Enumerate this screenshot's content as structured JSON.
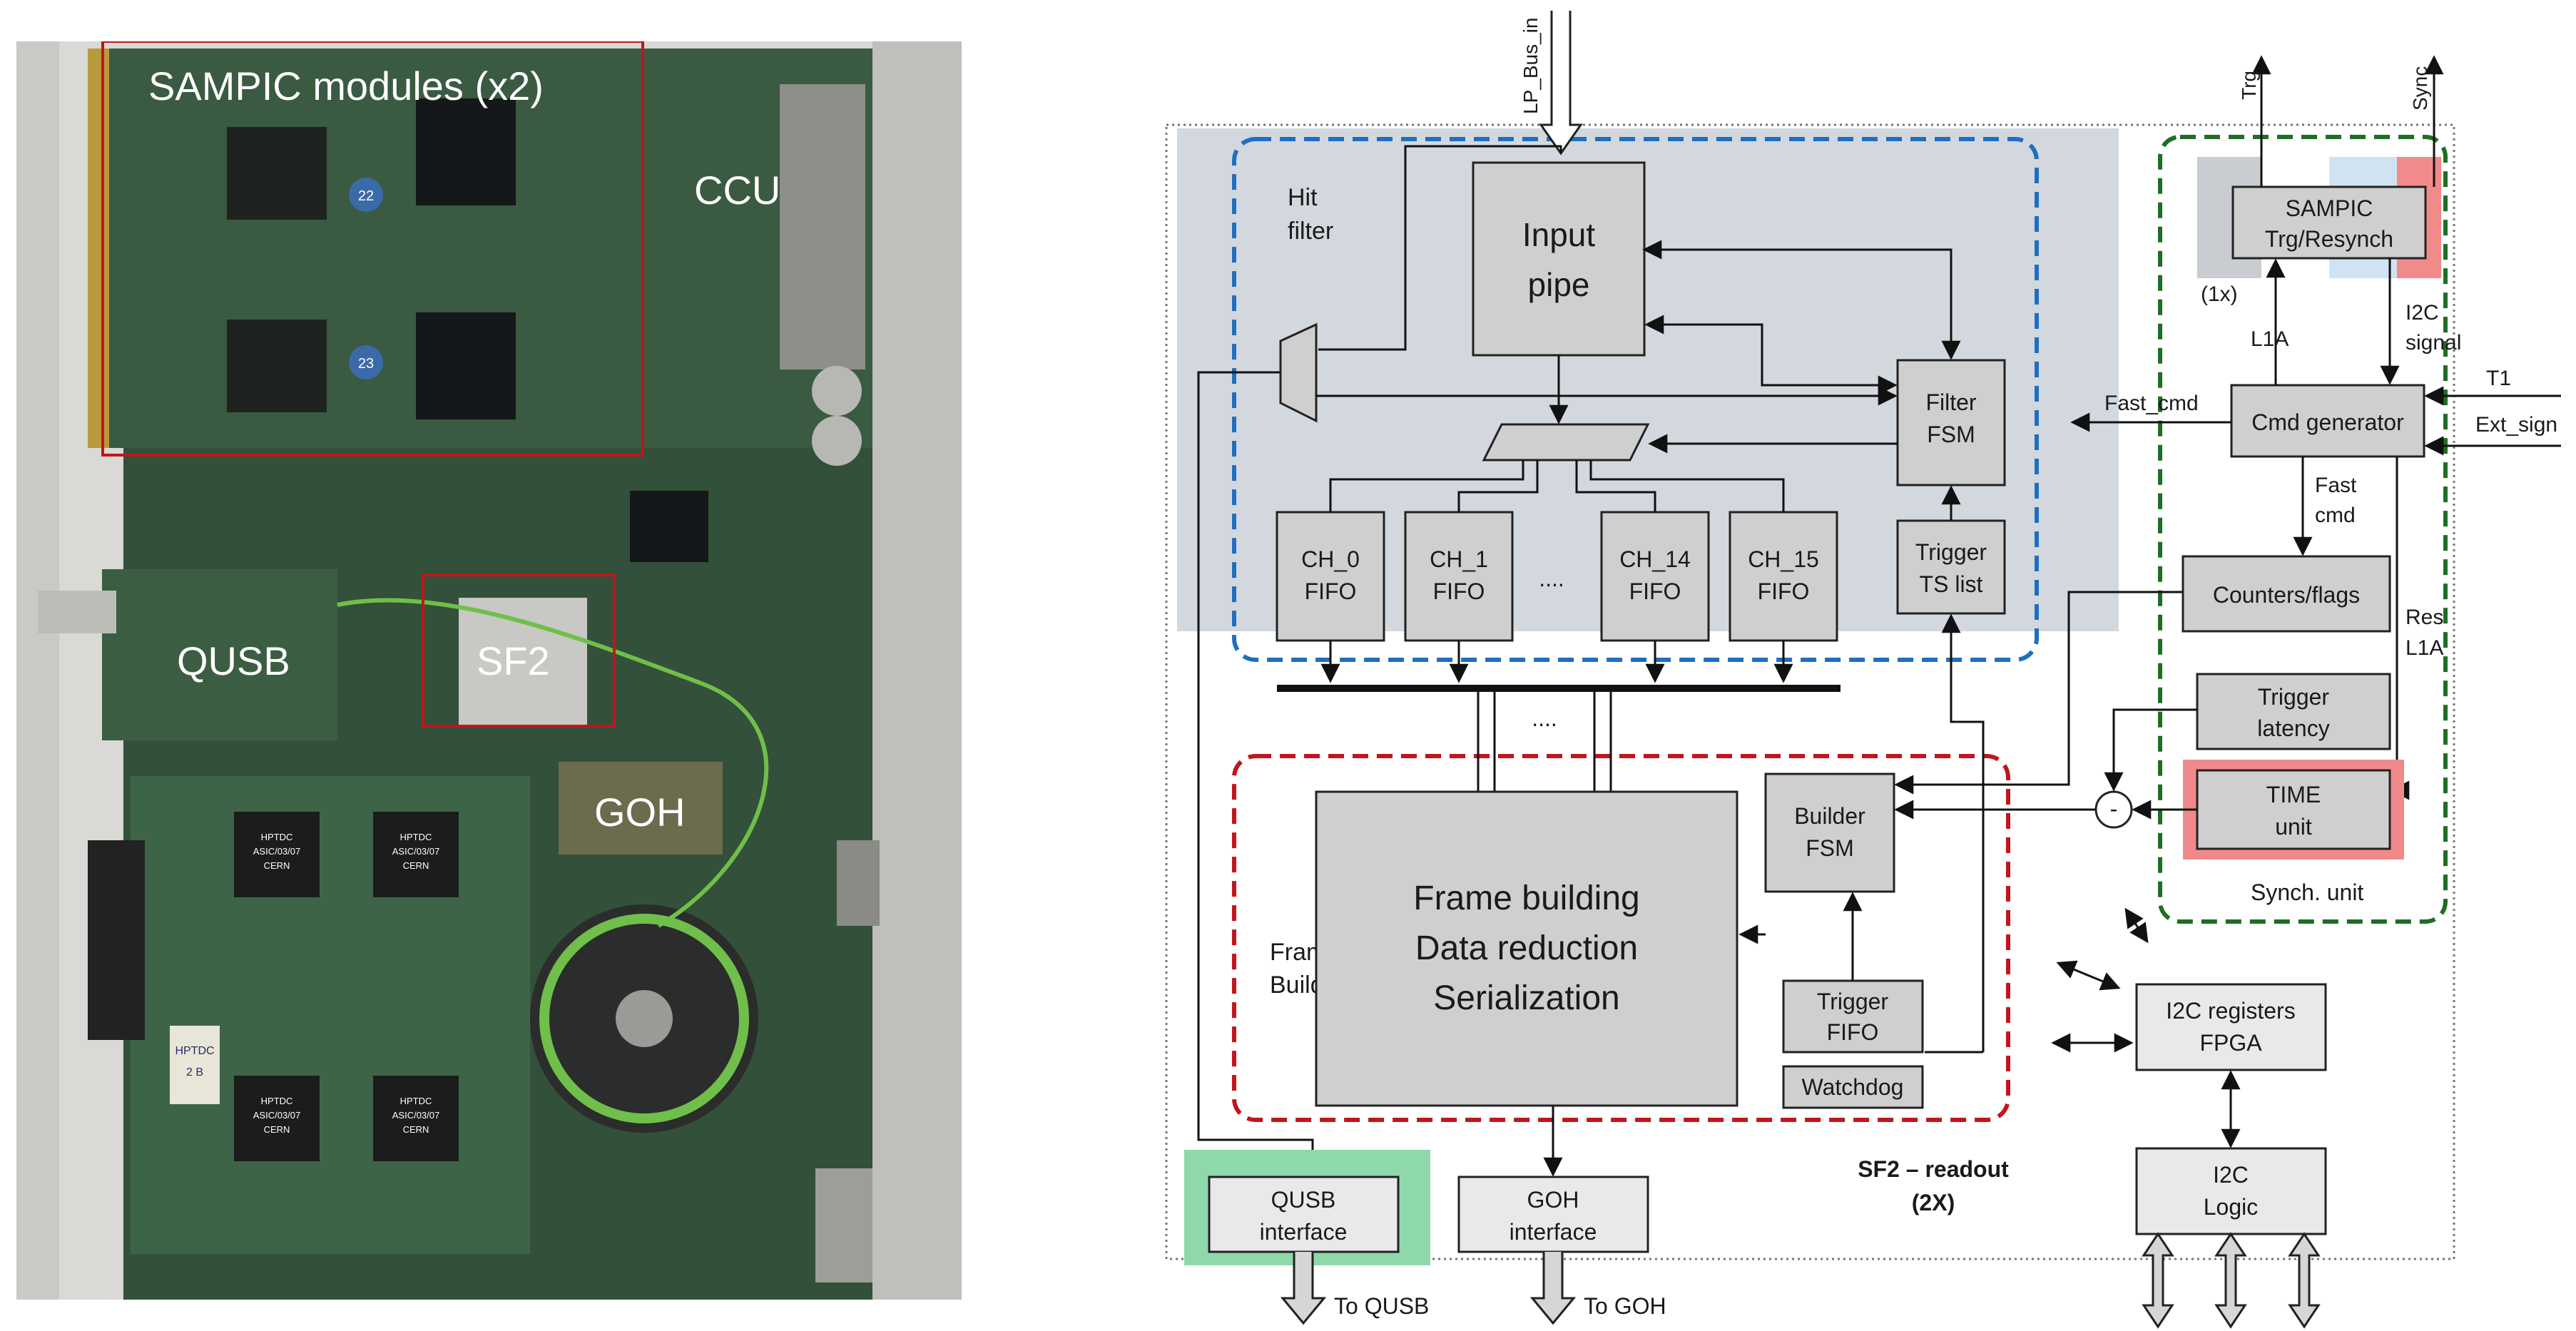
{
  "photo": {
    "labels": {
      "sampic": "SAMPIC modules (x2)",
      "ccu": "CCU",
      "qusb": "QUSB",
      "sf2": "SF2",
      "goh": "GOH"
    },
    "board_text": {
      "chip_a_id": "22",
      "chip_b_id": "23",
      "hptdc_1": [
        "HPTDC",
        "ASIC/03/07",
        "CERN"
      ],
      "hptdc_2": [
        "HPTDC",
        "ASIC/03/07",
        "CERN"
      ],
      "hptdc_3": [
        "HPTDC",
        "ASIC/03/07",
        "CERN"
      ],
      "hptdc_4": [
        "HPTDC",
        "ASIC/03/07",
        "CERN"
      ],
      "sticker": [
        "HPTDC",
        "2 B"
      ]
    },
    "colors": {
      "pcb": "#2f4a33",
      "highlight_box": "#c0161c"
    }
  },
  "diagram": {
    "bus_in": "LP_Bus_in",
    "trg": "Trg",
    "sync": "Sync",
    "hit_filter": [
      "Hit",
      "filter"
    ],
    "input_pipe": [
      "Input",
      "pipe"
    ],
    "filter_fsm": [
      "Filter",
      "FSM"
    ],
    "trigger_ts": [
      "Trigger",
      "TS list"
    ],
    "channels": [
      [
        "CH_0",
        "FIFO"
      ],
      [
        "CH_1",
        "FIFO"
      ],
      [
        "CH_14",
        "FIFO"
      ],
      [
        "CH_15",
        "FIFO"
      ]
    ],
    "ellipsis_channels": "....",
    "ellipsis_bus": "....",
    "fast_cmd_label": "Fast_cmd",
    "sampic_trg": [
      "SAMPIC",
      "Trg/Resynch"
    ],
    "sampic_count": "(1x)",
    "l1a": "L1A",
    "i2c_signal": [
      "I2C",
      "signal"
    ],
    "t1": "T1",
    "ext_sign": "Ext_sign",
    "cmd_generator": "Cmd generator",
    "fast_cmd": [
      "Fast",
      "cmd"
    ],
    "counters": "Counters/flags",
    "res_l1a": [
      "Res",
      "L1A"
    ],
    "trigger_latency": [
      "Trigger",
      "latency"
    ],
    "time_unit": [
      "TIME",
      "unit"
    ],
    "minus": "-",
    "synch_unit": "Synch. unit",
    "frame_builder_label": [
      "Frame",
      "Builder"
    ],
    "frame_block": [
      "Frame building",
      "Data reduction",
      "Serialization"
    ],
    "builder_fsm": [
      "Builder",
      "FSM"
    ],
    "trigger_fifo": [
      "Trigger",
      "FIFO"
    ],
    "watchdog": "Watchdog",
    "i2c_registers": [
      "I2C registers",
      "FPGA"
    ],
    "i2c_logic": [
      "I2C",
      "Logic"
    ],
    "sf2_readout": [
      "SF2 – readout",
      "(2X)"
    ],
    "qusb_interface": [
      "QUSB",
      "interface"
    ],
    "goh_interface": [
      "GOH",
      "interface"
    ],
    "to_qusb": "To QUSB",
    "to_goh": "To GOH",
    "colors": {
      "hit_filter_bg": "#d3d8de",
      "hit_filter_border": "#1f6fbf",
      "frame_builder_border": "#c0161c",
      "synch_border": "#1e6e25",
      "block_fill": "#cfcfcf",
      "light_block_fill": "#e9e9e9",
      "qusb_highlight": "#8fd8ac",
      "time_highlight": "#f08a8a",
      "sampic_grey": "#c9ccd0",
      "sampic_blue": "#cfe3f3",
      "sampic_red": "#f28a8a"
    }
  }
}
